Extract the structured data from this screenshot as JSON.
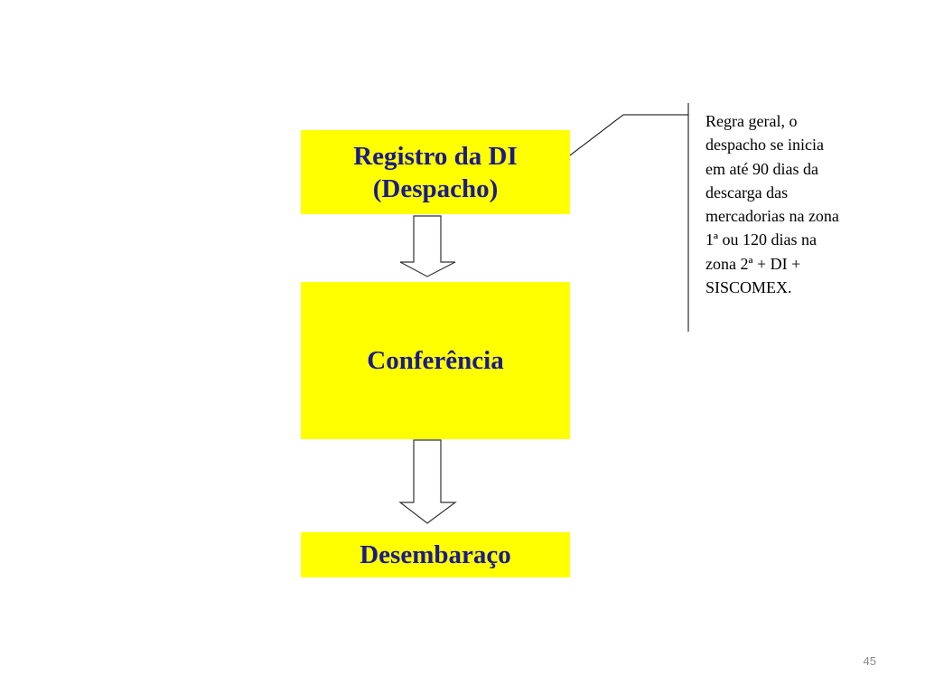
{
  "steps": [
    {
      "lines": [
        "Registro da DI",
        "(Despacho)"
      ]
    },
    {
      "lines": [
        "Conferência"
      ]
    },
    {
      "lines": [
        "Desembaraço"
      ]
    }
  ],
  "callout": {
    "lines": [
      "Regra geral, o",
      "despacho se inicia",
      "em até 90 dias da",
      "descarga das",
      "mercadorias na zona",
      "1ª  ou 120 dias na",
      "zona  2ª  + DI +",
      "SISCOMEX."
    ]
  },
  "page_number": "45",
  "colors": {
    "box_fill": "#ffff00",
    "box_text": "#1a1a8c"
  }
}
